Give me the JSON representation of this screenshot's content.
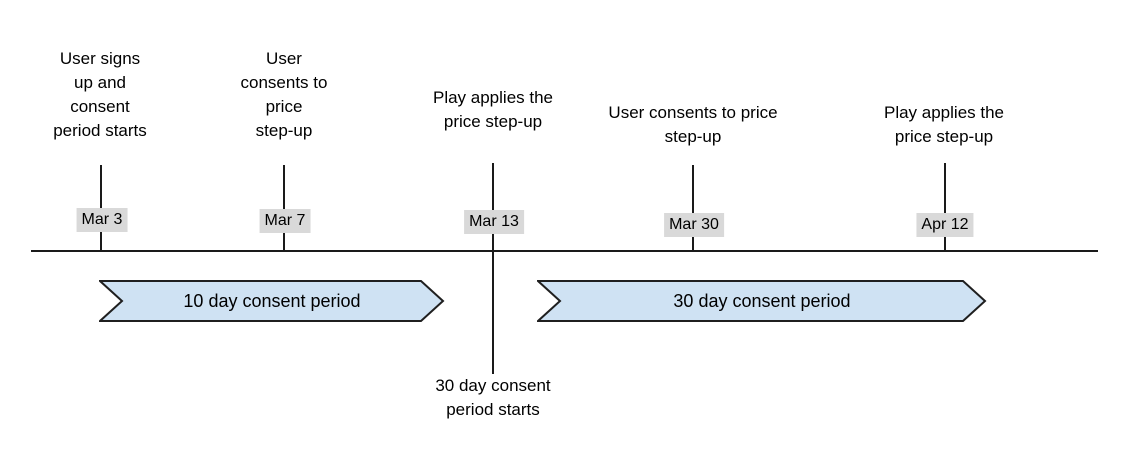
{
  "timeline": {
    "events": [
      {
        "date": "Mar 3",
        "caption": "User signs\nup and\nconsent\nperiod starts"
      },
      {
        "date": "Mar 7",
        "caption": "User\nconsents to\nprice\nstep-up"
      },
      {
        "date": "Mar 13",
        "caption": "Play applies the\nprice step-up"
      },
      {
        "date": "Mar 30",
        "caption": "User consents to price\nstep-up"
      },
      {
        "date": "Apr 12",
        "caption": "Play applies the\nprice step-up"
      }
    ],
    "periods": [
      {
        "label": "10 day consent period"
      },
      {
        "label": "30 day consent period"
      }
    ],
    "annotation": {
      "caption": "30 day consent\nperiod starts"
    },
    "colors": {
      "period_fill": "#cfe2f3",
      "period_border": "#1f1f1f",
      "date_label_bg": "#d9d9d9",
      "line": "#1a1a1a",
      "text": "#000000",
      "background": "#ffffff"
    }
  }
}
